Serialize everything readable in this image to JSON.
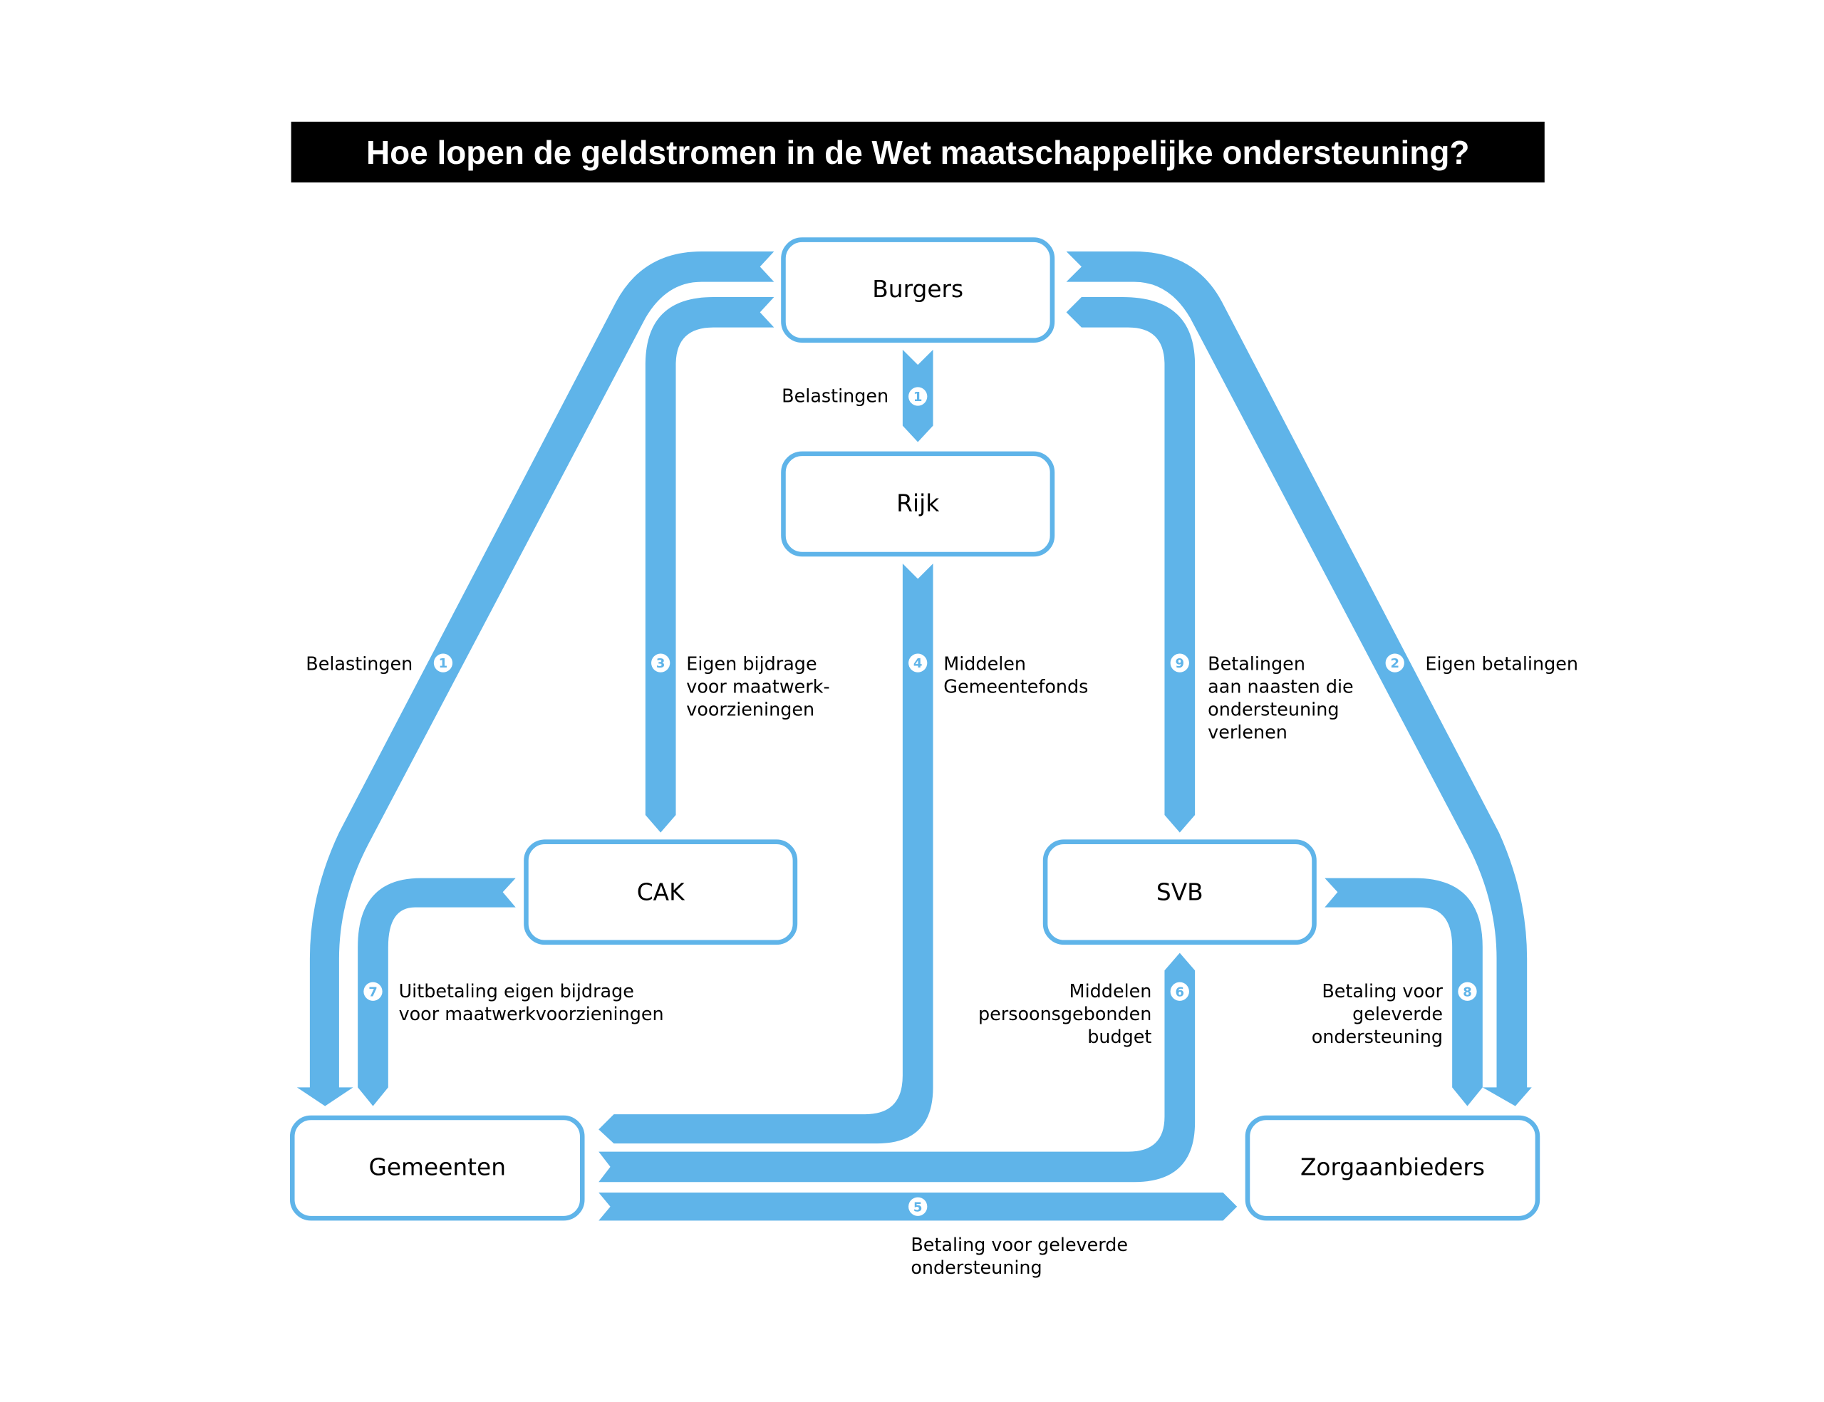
{
  "title": "Hoe lopen de geldstromen in de Wet maatschappelijke ondersteuning?",
  "colors": {
    "flow": "#5fb4e9",
    "box_border": "#5fb4e9",
    "title_bg": "#000000",
    "title_text": "#ffffff"
  },
  "nodes": {
    "burgers": "Burgers",
    "rijk": "Rijk",
    "cak": "CAK",
    "svb": "SVB",
    "gemeenten": "Gemeenten",
    "zorgaanbieders": "Zorgaanbieders"
  },
  "flows": [
    {
      "id": "1a",
      "badge": "1",
      "from": "Burgers",
      "to": "Rijk",
      "lines": [
        "Belastingen"
      ]
    },
    {
      "id": "1b",
      "badge": "1",
      "from": "Burgers",
      "to": "Gemeenten",
      "lines": [
        "Belastingen"
      ]
    },
    {
      "id": "2",
      "badge": "2",
      "from": "Burgers",
      "to": "Zorgaanbieders",
      "lines": [
        "Eigen betalingen"
      ]
    },
    {
      "id": "3",
      "badge": "3",
      "from": "Burgers",
      "to": "CAK",
      "lines": [
        "Eigen bijdrage",
        "voor maatwerk-",
        "voorzieningen"
      ]
    },
    {
      "id": "4",
      "badge": "4",
      "from": "Rijk",
      "to": "Gemeenten",
      "lines": [
        "Middelen",
        "Gemeentefonds"
      ]
    },
    {
      "id": "5",
      "badge": "5",
      "from": "Gemeenten",
      "to": "Zorgaanbieders",
      "lines": [
        "Betaling voor geleverde",
        "ondersteuning"
      ]
    },
    {
      "id": "6",
      "badge": "6",
      "from": "Gemeenten",
      "to": "SVB",
      "lines": [
        "Middelen",
        "persoonsgebonden",
        "budget"
      ]
    },
    {
      "id": "7",
      "badge": "7",
      "from": "CAK",
      "to": "Gemeenten",
      "lines": [
        "Uitbetaling eigen bijdrage",
        "voor maatwerkvoorzieningen"
      ]
    },
    {
      "id": "8",
      "badge": "8",
      "from": "SVB",
      "to": "Zorgaanbieders",
      "lines": [
        "Betaling voor",
        "geleverde",
        "ondersteuning"
      ]
    },
    {
      "id": "9",
      "badge": "9",
      "from": "SVB",
      "to": "Burgers",
      "lines": [
        "Betalingen",
        "aan naasten die",
        "ondersteuning",
        "verlenen"
      ]
    }
  ]
}
